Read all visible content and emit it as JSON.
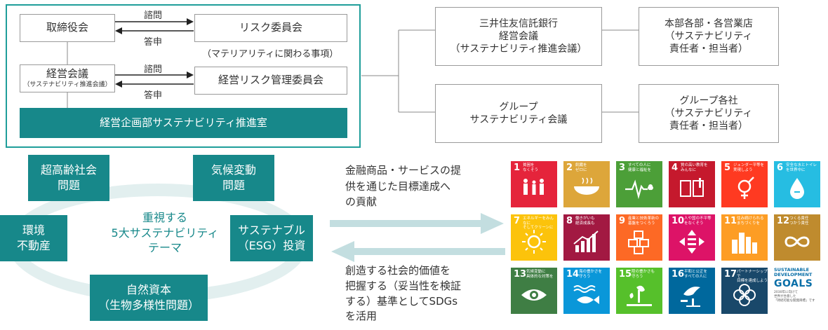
{
  "governance": {
    "board": "取締役会",
    "risk_committee": "リスク委員会",
    "risk_committee_note": "（マテリアリティに関わる事項）",
    "mgmt_meeting": "経営会議",
    "mgmt_meeting_sub": "（サステナビリティ推進会議）",
    "mgmt_risk_committee": "経営リスク管理委員会",
    "consult_label_1": "諮問",
    "report_label_1": "答申",
    "consult_label_2": "諮問",
    "report_label_2": "答申",
    "promotion_office": "経営企画部サステナビリティ推進室"
  },
  "org": {
    "bank_meeting": "三井住友信託銀行\n経営会議\n（サステナビリティ推進会議）",
    "hq_depts": "本部各部・各営業店\n（サステナビリティ\n責任者・担当者）",
    "group_meeting": "グループ\nサステナビリティ会議",
    "group_companies": "グループ各社\n（サステナビリティ\n責任者・担当者）"
  },
  "themes": {
    "center": "重視する\n5大サステナビリティ\nテーマ",
    "aging": "超高齢社会\n問題",
    "climate": "気候変動\n問題",
    "environment": "環境\n不動産",
    "esg": "サステナブル\n（ESG）投資",
    "natural_capital": "自然資本\n（生物多様性問題）"
  },
  "arrows": {
    "to_right": "金融商品・サービスの提\n供を通じた目標達成へ\nの貢献",
    "to_left": "創造する社会的価値を\n把握する（妥当性を検証\nする）基準としてSDGs\nを活用"
  },
  "sdgs": {
    "tiles": [
      {
        "num": "1",
        "title": "貧困を\nなくそう",
        "color": "#e5243b",
        "icon": "family-icon"
      },
      {
        "num": "2",
        "title": "飢餓を\nゼロに",
        "color": "#dda63a",
        "icon": "bowl-icon"
      },
      {
        "num": "3",
        "title": "すべての人に\n健康と福祉を",
        "color": "#4c9f38",
        "icon": "heartbeat-icon"
      },
      {
        "num": "4",
        "title": "質の高い教育を\nみんなに",
        "color": "#c5192d",
        "icon": "book-icon"
      },
      {
        "num": "5",
        "title": "ジェンダー平等を\n実現しよう",
        "color": "#ff3a21",
        "icon": "gender-icon"
      },
      {
        "num": "6",
        "title": "安全な水とトイレ\nを世界中に",
        "color": "#26bde2",
        "icon": "water-drop-icon"
      },
      {
        "num": "7",
        "title": "エネルギーをみんなに\nそしてクリーンに",
        "color": "#fcc30b",
        "icon": "sun-icon"
      },
      {
        "num": "8",
        "title": "働きがいも\n経済成長も",
        "color": "#a21942",
        "icon": "growth-chart-icon"
      },
      {
        "num": "9",
        "title": "産業と技術革新の\n基盤をつくろう",
        "color": "#fd6925",
        "icon": "cubes-icon"
      },
      {
        "num": "10",
        "title": "人や国の不平等\nをなくそう",
        "color": "#dd1367",
        "icon": "equality-icon"
      },
      {
        "num": "11",
        "title": "住み続けられる\nまちづくりを",
        "color": "#fd9d24",
        "icon": "city-icon"
      },
      {
        "num": "12",
        "title": "つくる責任\nつかう責任",
        "color": "#bf8b2e",
        "icon": "infinity-icon"
      },
      {
        "num": "13",
        "title": "気候変動に\n具体的な対策を",
        "color": "#3f7e44",
        "icon": "eye-icon"
      },
      {
        "num": "14",
        "title": "海の豊かさを\n守ろう",
        "color": "#0a97d9",
        "icon": "fish-icon"
      },
      {
        "num": "15",
        "title": "陸の豊かさも\n守ろう",
        "color": "#56c02b",
        "icon": "tree-icon"
      },
      {
        "num": "16",
        "title": "平和と公正を\nすべての人に",
        "color": "#00689d",
        "icon": "dove-icon"
      },
      {
        "num": "17",
        "title": "パートナーシップで\n目標を達成しよう",
        "color": "#19486a",
        "icon": "flower-icon"
      }
    ],
    "goals_title": "SUSTAINABLE\nDEVELOPMENT",
    "goals_word": "GOALS",
    "goals_caption": "2030年に向けて\n世界が合意した\n「持続可能な開発目標」です"
  },
  "colors": {
    "teal": "#17888a",
    "frame": "#1f9e9a",
    "ellipse": "#e2efef",
    "arrow": "#c3dee0"
  }
}
